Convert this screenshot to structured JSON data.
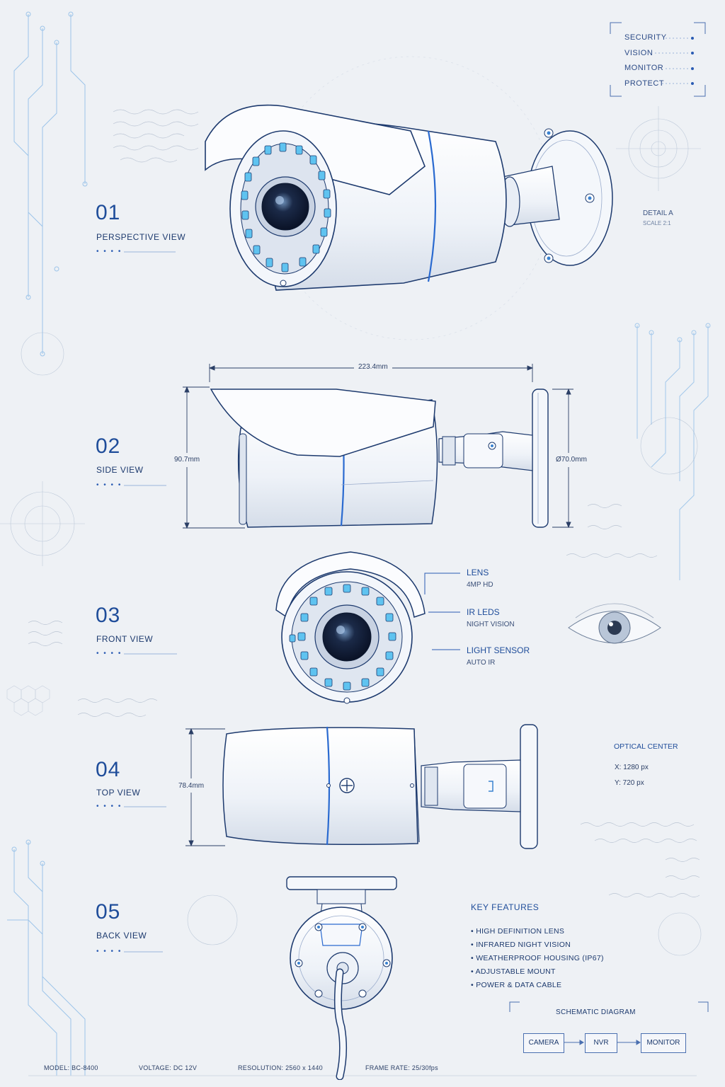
{
  "legend": {
    "items": [
      "SECURITY",
      "VISION",
      "MONITOR",
      "PROTECT"
    ]
  },
  "detail": {
    "label": "DETAIL A",
    "scale": "SCALE 2:1"
  },
  "views": [
    {
      "number": "01",
      "title": "PERSPECTIVE VIEW"
    },
    {
      "number": "02",
      "title": "SIDE VIEW"
    },
    {
      "number": "03",
      "title": "FRONT VIEW"
    },
    {
      "number": "04",
      "title": "TOP VIEW"
    },
    {
      "number": "05",
      "title": "BACK VIEW"
    }
  ],
  "dots": "• • • •",
  "dimensions": {
    "length": "223.4mm",
    "height": "90.7mm",
    "mount_diameter": "Ø70.0mm",
    "top_height": "78.4mm"
  },
  "callouts": [
    {
      "title": "LENS",
      "subtitle": "4MP HD"
    },
    {
      "title": "IR LEDS",
      "subtitle": "NIGHT VISION"
    },
    {
      "title": "LIGHT SENSOR",
      "subtitle": "AUTO IR"
    }
  ],
  "optical_center": {
    "title": "OPTICAL CENTER",
    "x": "X:  1280 px",
    "y": "Y:  720 px"
  },
  "features": {
    "title": "KEY FEATURES",
    "items": [
      "HIGH DEFINITION LENS",
      "INFRARED NIGHT VISION",
      "WEATHERPROOF HOUSING (IP67)",
      "ADJUSTABLE MOUNT",
      "POWER & DATA CABLE"
    ]
  },
  "schematic": {
    "title": "SCHEMATIC DIAGRAM",
    "nodes": [
      "CAMERA",
      "NVR",
      "MONITOR"
    ]
  },
  "footer": {
    "model": "MODEL: BC-8400",
    "voltage": "VOLTAGE: DC 12V",
    "resolution": "RESOLUTION: 2560 x 1440",
    "frame_rate": "FRAME RATE: 25/30fps"
  },
  "colors": {
    "accent": "#1f4d9a",
    "led": "#5fc3f0",
    "line": "#2a5bb3",
    "background": "#eef1f5"
  },
  "icons": [
    "camera-icon",
    "eye-icon",
    "circuit-trace-icon",
    "crosshair-icon"
  ]
}
